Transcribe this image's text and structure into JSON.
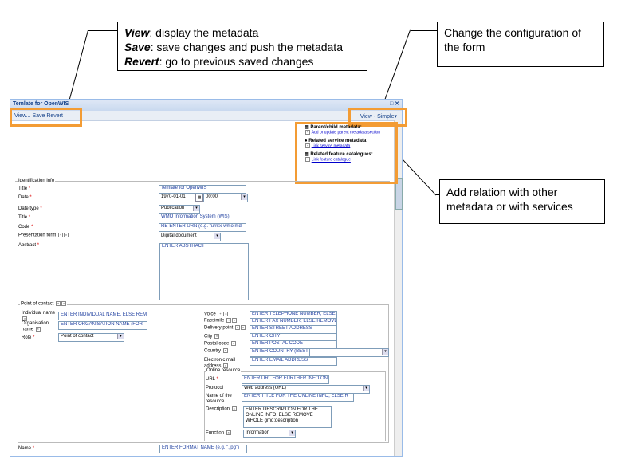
{
  "callouts": {
    "view_word": "View",
    "view_desc": ": display the metadata",
    "save_word": "Save",
    "save_desc": ": save changes and push the metadata",
    "revert_word": "Revert",
    "revert_desc": ": go to previous saved changes",
    "config": "Change the configuration of the form",
    "relation": "Add relation with other metadata or with services"
  },
  "window": {
    "title": "Temlate for OpenWIS",
    "toolbar_left": "View... Save Revert",
    "toolbar_right": "View - Simple"
  },
  "relations": {
    "parent_title": "Parent/child metadata:",
    "parent_link": "Add or update parent metadata section",
    "service_title": "Related service metadata:",
    "service_link": "Link service metadata",
    "feature_title": "Related feature catalogues:",
    "feature_link": "Link feature catalogue"
  },
  "ident": {
    "legend": "Identification info",
    "title_lbl": "Title",
    "title_val": "Temlate for OpenWIS",
    "date_lbl": "Date",
    "date_val": "1970-01-01",
    "time_val": "00:00",
    "datetype_lbl": "Date type",
    "datetype_val": "Publication",
    "title2_lbl": "Title",
    "title2_val": "WMO Information System (WIS)",
    "code_lbl": "Code",
    "code_val": "RE-ENTER URN (e.g. \"urn:x-wmo:md:",
    "presform_lbl": "Presentation form",
    "presform_val": "Digital document",
    "abstract_lbl": "Abstract",
    "abstract_val": "ENTER ABSTRACT"
  },
  "contact": {
    "legend": "Point of contact",
    "indiv_lbl": "Individual name",
    "indiv_val": "ENTER INDIVIDUAL NAME, ELSE REMOVE",
    "org_lbl": "Organisation name",
    "org_val": "ENTER ORGANISATION NAME (FOR",
    "role_lbl": "Role",
    "role_val": "Point of contact",
    "voice_lbl": "Voice",
    "voice_val": "ENTER TELEPHONE NUMBER, ELSE",
    "fax_lbl": "Facsimile",
    "fax_val": "ENTER FAX NUMBER, ELSE REMOVE",
    "delivery_lbl": "Delivery point",
    "delivery_val": "ENTER STREET ADDRESS",
    "city_lbl": "City",
    "city_val": "ENTER CITY",
    "postal_lbl": "Postal code",
    "postal_val": "ENTER POSTAL CODE",
    "country_lbl": "Country",
    "country_val": "ENTER COUNTRY (BEST",
    "email_lbl": "Electronic mail address",
    "email_val": "ENTER EMAIL ADDRESS"
  },
  "online": {
    "legend": "Online resource",
    "url_lbl": "URL",
    "url_val": "ENTER URL FOR FURTHER INFO ON",
    "protocol_lbl": "Protocol",
    "protocol_val": "Web address (URL)",
    "name_lbl": "Name of the resource",
    "name_val": "ENTER TITLE FOR THE ONLINE INFO, ELSE R",
    "desc_lbl": "Description",
    "desc_val": "ENTER DESCRIPTION FOR THE ONLINE INFO, ELSE REMOVE WHOLE gmd:description",
    "function_lbl": "Function",
    "function_val": "Information"
  },
  "format": {
    "name_lbl": "Name",
    "name_val": "ENTER FORMAT NAME (e.g. \".jpg\")"
  },
  "colors": {
    "highlight": "#f39c34",
    "window_border": "#99bbe8"
  }
}
